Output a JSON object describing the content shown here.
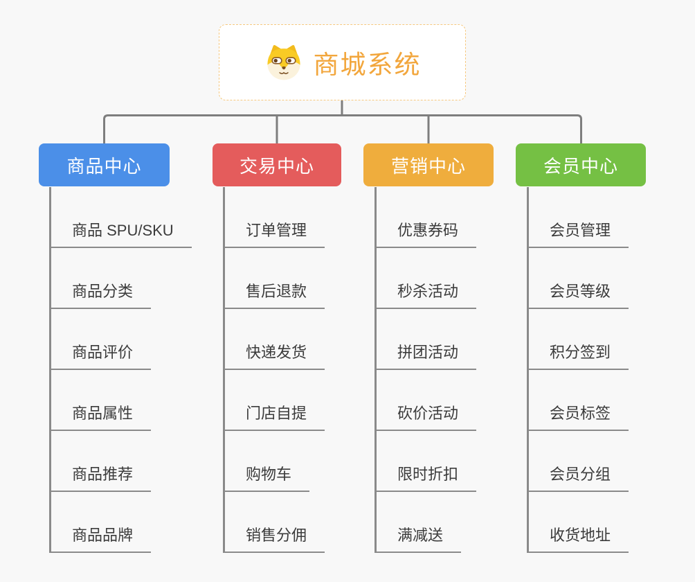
{
  "root": {
    "label": "商城系统",
    "icon": "dog-face-icon",
    "text_color": "#f2a63c",
    "border_color": "#f6c87e"
  },
  "branches": [
    {
      "id": "product-center",
      "label": "商品中心",
      "color": "#4b8fe8",
      "children": [
        "商品 SPU/SKU",
        "商品分类",
        "商品评价",
        "商品属性",
        "商品推荐",
        "商品品牌"
      ]
    },
    {
      "id": "trade-center",
      "label": "交易中心",
      "color": "#e45c5c",
      "children": [
        "订单管理",
        "售后退款",
        "快递发货",
        "门店自提",
        "购物车",
        "销售分佣"
      ]
    },
    {
      "id": "marketing-center",
      "label": "营销中心",
      "color": "#efad3d",
      "children": [
        "优惠券码",
        "秒杀活动",
        "拼团活动",
        "砍价活动",
        "限时折扣",
        "满减送"
      ]
    },
    {
      "id": "member-center",
      "label": "会员中心",
      "color": "#75c044",
      "children": [
        "会员管理",
        "会员等级",
        "积分签到",
        "会员标签",
        "会员分组",
        "收货地址"
      ]
    }
  ],
  "colors": {
    "background": "#f8f8f8",
    "connector": "#7e7e7e",
    "underline": "#8a8a8a",
    "child_text": "#3b3b3b"
  }
}
